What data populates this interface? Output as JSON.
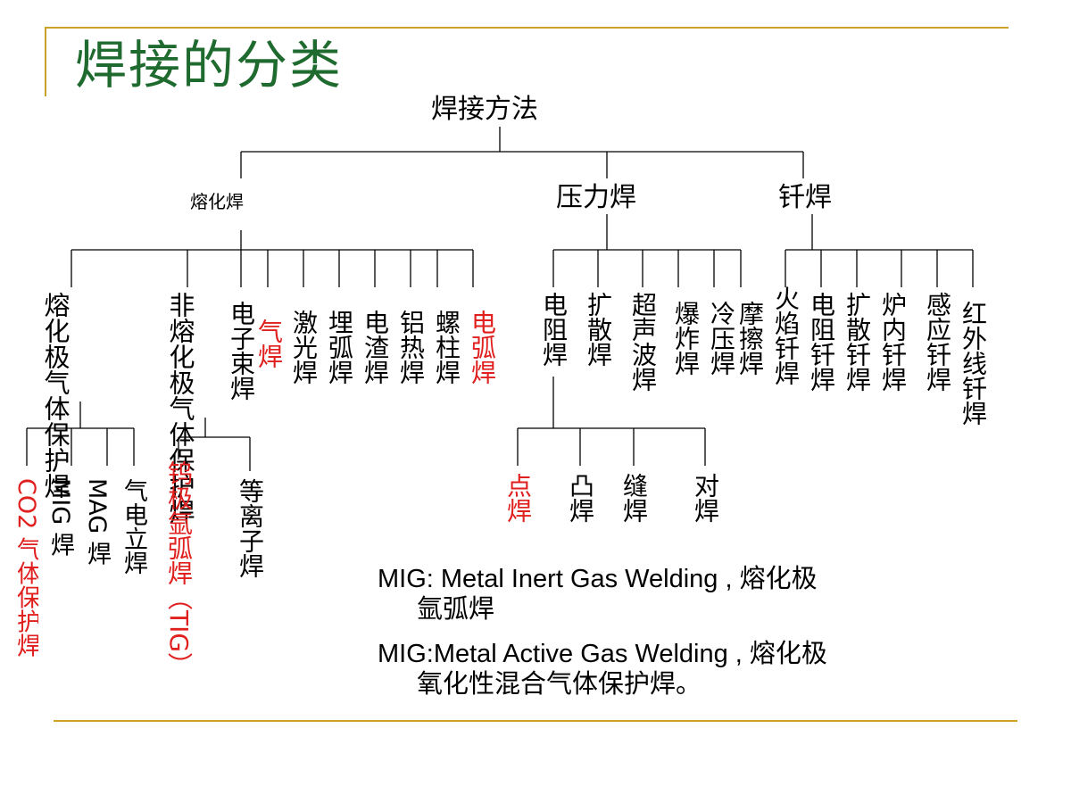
{
  "title": "焊接的分类",
  "colors": {
    "title": "#1f6b2f",
    "rule": "#c9a227",
    "line": "#000000",
    "highlight": "#e0201e"
  },
  "tree": {
    "root": "焊接方法",
    "level1": {
      "fusion": "熔化焊",
      "pressure": "压力焊",
      "brazing": "钎焊"
    },
    "fusion_children": {
      "gas_shield_consumable": "熔化极气体保护焊",
      "gas_shield_nonconsumable": "非熔化极气体保护焊",
      "electron_beam": "电子束焊",
      "gas": "气焊",
      "laser": "激光焊",
      "submerged_arc": "埋弧焊",
      "electroslag": "电渣焊",
      "thermit": "铝热焊",
      "stud": "螺柱焊",
      "arc": "电弧焊"
    },
    "consumable_children": {
      "co2": "CO2 气体保护焊",
      "mig": "MIG 焊",
      "mag": "MAG 焊",
      "electrogas": "气电立焊"
    },
    "nonconsumable_children": {
      "tig": "钨极氩弧焊（TIG）",
      "plasma": "等离子焊"
    },
    "pressure_children": {
      "resistance": "电阻焊",
      "diffusion": "扩散焊",
      "ultrasonic": "超声波焊",
      "explosion": "爆炸焊",
      "cold": "冷压焊",
      "friction": "摩擦焊"
    },
    "resistance_children": {
      "spot": "点焊",
      "projection": "凸焊",
      "seam": "缝焊",
      "butt": "对焊"
    },
    "brazing_children": {
      "torch": "火焰钎焊",
      "resistance": "电阻钎焊",
      "diffusion": "扩散钎焊",
      "furnace": "炉内钎焊",
      "induction": "感应钎焊",
      "infrared": "红外线钎焊"
    }
  },
  "notes": [
    {
      "line1": "MIG:  Metal  Inert Gas Welding , 熔化极",
      "line2": "氩弧焊"
    },
    {
      "line1": "MIG:Metal Active Gas Welding , 熔化极",
      "line2": "氧化性混合气体保护焊。"
    }
  ]
}
